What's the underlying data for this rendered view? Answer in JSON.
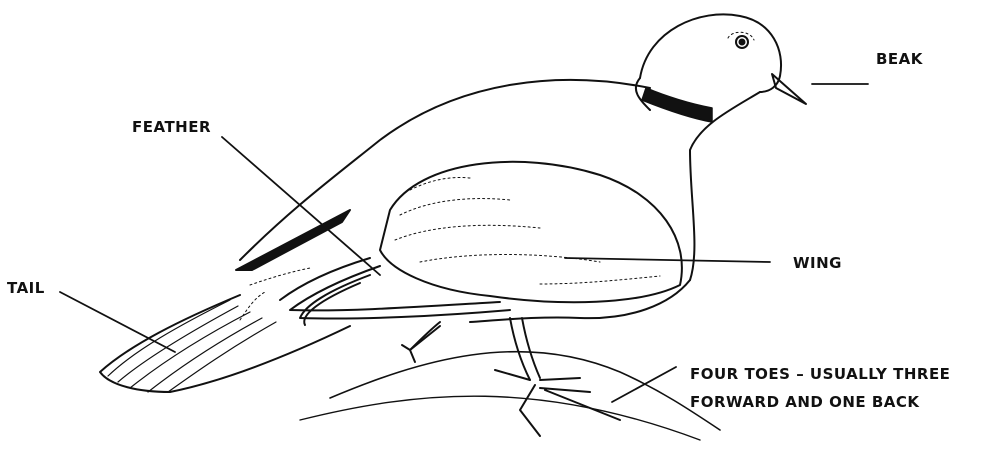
{
  "labels": {
    "beak": "BEAK",
    "feather": "FEATHER",
    "wing": "WING",
    "tail": "TAIL",
    "toes_line1": "FOUR TOES – USUALLY THREE",
    "toes_line2": "FORWARD AND ONE BACK"
  },
  "colors": {
    "ink": "#111111",
    "background": "#ffffff"
  }
}
